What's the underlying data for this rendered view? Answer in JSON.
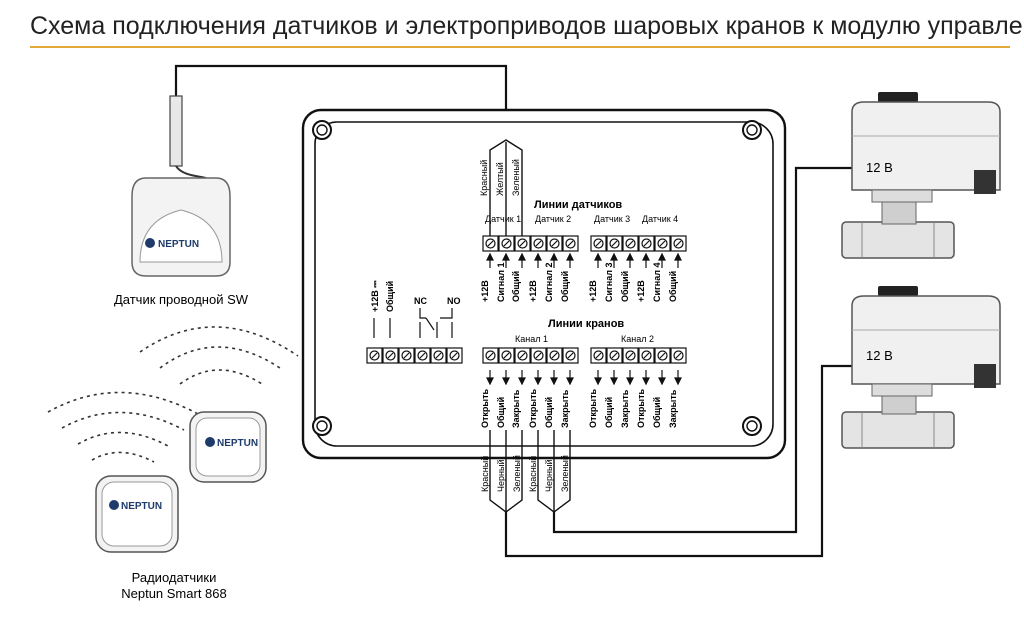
{
  "header": {
    "title": "Схема подключения датчиков и электроприводов шаровых кранов к модулю управления:",
    "accent_color": "#e0a93a"
  },
  "sensors": {
    "wired_caption": "Датчик проводной SW",
    "brand": "NEPTUN",
    "radio_caption_line1": "Радиодатчики",
    "radio_caption_line2": "Neptun Smart 868"
  },
  "module": {
    "sensor_lines_title": "Линии датчиков",
    "valve_lines_title": "Линии кранов",
    "sensor_groups": [
      "Датчик 1",
      "Датчик 2",
      "Датчик 3",
      "Датчик 4"
    ],
    "sensor_pins": [
      "+12В",
      "Сигнал 1",
      "Общий",
      "+12В",
      "Сигнал 2",
      "Общий",
      "+12В",
      "Сигнал 3",
      "Общий",
      "+12В",
      "Сигнал 4",
      "Общий"
    ],
    "sensor_wires": [
      "Красный",
      "Желтый",
      "Зеленый"
    ],
    "power_pins": [
      "+12В ⎓",
      "Общий",
      "NC",
      "NO"
    ],
    "channels": [
      "Канал 1",
      "Канал 2"
    ],
    "valve_pins": [
      "Открыть",
      "Общий",
      "Закрыть",
      "Открыть",
      "Общий",
      "Закрыть",
      "Открыть",
      "Общий",
      "Закрыть",
      "Открыть",
      "Общий",
      "Закрыть"
    ],
    "valve_wires": [
      "Красный",
      "Черный",
      "Зеленый",
      "Красный",
      "Черный",
      "Зеленый"
    ]
  },
  "actuators": {
    "voltage_top": "12 В",
    "voltage_bottom": "12 В"
  }
}
